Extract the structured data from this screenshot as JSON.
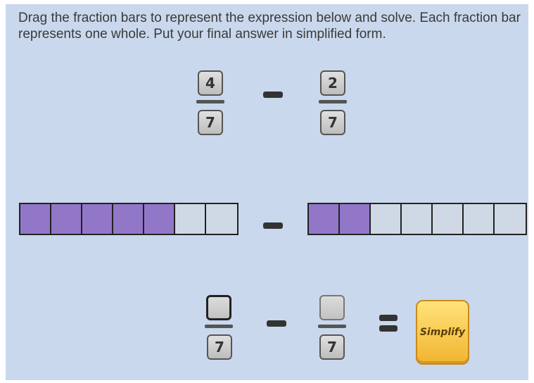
{
  "instructions": "Drag the fraction bars to represent the expression below and solve. Each fraction bar represents one whole. Put your final answer in simplified form.",
  "expression": {
    "left": {
      "numerator": "4",
      "denominator": "7"
    },
    "right": {
      "numerator": "2",
      "denominator": "7"
    },
    "operator": "minus"
  },
  "fraction_bars": {
    "left": {
      "total": 7,
      "filled": 5,
      "fraction": 0.714
    },
    "right": {
      "total": 7,
      "filled": 2,
      "fraction": 0.286
    },
    "filled_color": "#9277c9",
    "empty_color": "#cfd9e6"
  },
  "answer_row": {
    "left": {
      "numerator": "",
      "denominator": "7"
    },
    "right": {
      "numerator": "",
      "denominator": "7"
    }
  },
  "simplify_label": "Simplify",
  "colors": {
    "background": "#c9d8ec",
    "button": "#f6c545"
  }
}
